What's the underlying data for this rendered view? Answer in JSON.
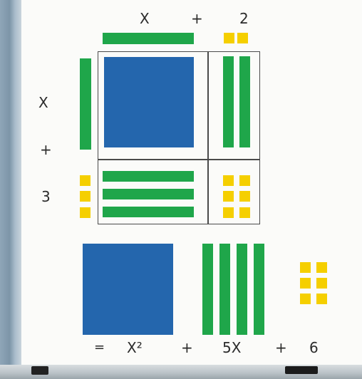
{
  "top_expression": {
    "term1": "X",
    "op": "+",
    "term2": "2"
  },
  "left_expression": {
    "term1": "X",
    "op": "+",
    "term2": "3"
  },
  "result_expression": {
    "equals": "=",
    "term1": "X²",
    "op1": "+",
    "term2": "5X",
    "op2": "+",
    "term3": "6"
  },
  "colors": {
    "x_squared_tile": "#2466ad",
    "x_tile": "#1fa64a",
    "unit_tile": "#f5cf00",
    "board": "#fbfbf9",
    "frame": "#8fa6b8"
  }
}
